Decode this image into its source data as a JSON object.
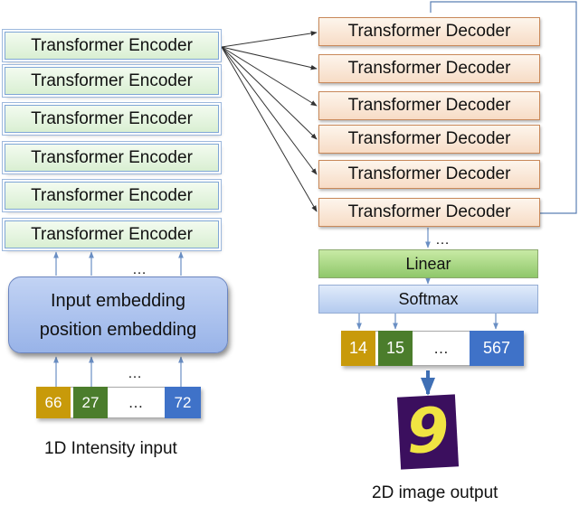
{
  "encoder": {
    "label": "Transformer Encoder",
    "blocks": [
      "Transformer Encoder",
      "Transformer Encoder",
      "Transformer Encoder",
      "Transformer Encoder",
      "Transformer Encoder",
      "Transformer Encoder"
    ]
  },
  "decoder": {
    "label": "Transformer Decoder",
    "blocks": [
      "Transformer Decoder",
      "Transformer Decoder",
      "Transformer Decoder",
      "Transformer Decoder",
      "Transformer Decoder",
      "Transformer Decoder"
    ]
  },
  "embedding": {
    "line1": "Input embedding",
    "line2": "position embedding"
  },
  "linear": {
    "label": "Linear"
  },
  "softmax": {
    "label": "Softmax"
  },
  "input_sequence": {
    "values": [
      "66",
      "27",
      "…",
      "72"
    ],
    "colors": [
      "#c89a0a",
      "#4b7d2c",
      "",
      "#3f72c8"
    ],
    "caption": "1D Intensity input"
  },
  "output_sequence": {
    "values": [
      "14",
      "15",
      "…",
      "567"
    ],
    "colors": [
      "#c89a0a",
      "#4b7d2c",
      "",
      "#3f72c8"
    ],
    "caption": "2D image output"
  },
  "ellipsis": "…",
  "output_digit": {
    "label": "9",
    "bg": "#3b0f5e",
    "fg": "#f0e442"
  },
  "colors": {
    "arrow": "#6a8fc4",
    "enc_border": "#7fa6d6",
    "dec_border": "#c9895a",
    "embed_fill": "#98b3e8"
  }
}
